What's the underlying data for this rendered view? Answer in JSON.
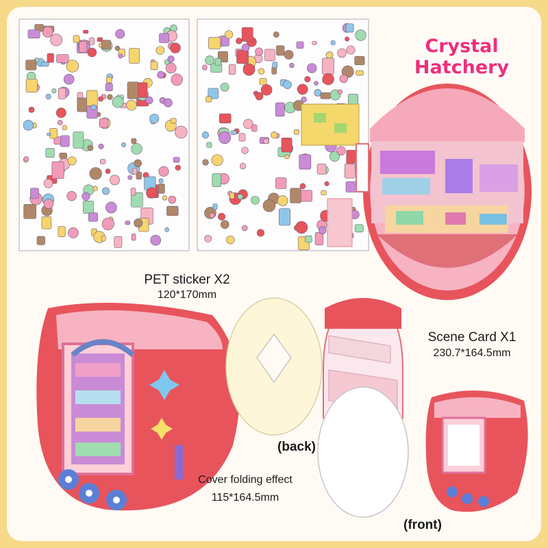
{
  "title": "Crystal Hatchery",
  "pet_sticker": {
    "label": "PET sticker X2",
    "size": "120*170mm"
  },
  "scene_card": {
    "label": "Scene Card X1",
    "size": "230.7*164.5mm"
  },
  "cover": {
    "label": "Cover folding effect",
    "size": "115*164.5mm"
  },
  "back_label": "(back)",
  "front_label": "(front)",
  "colors": {
    "page_bg": "#f7d98a",
    "card_bg": "#fffbf4",
    "title": "#ef2f7a",
    "coral": "#e8545c",
    "pink": "#f7b3c2"
  }
}
